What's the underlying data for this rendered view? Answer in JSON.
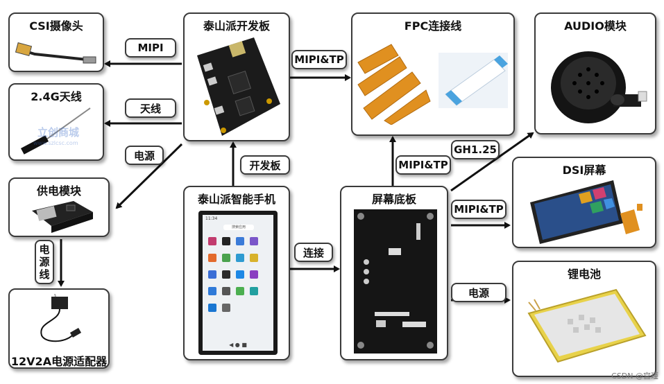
{
  "nodes": {
    "csi_camera": "CSI摄像头",
    "antenna": "2.4G天线",
    "power_module": "供电模块",
    "adapter": "12V2A电源适配器",
    "dev_board": "泰山派开发板",
    "smartphone": "泰山派智能手机",
    "fpc_cable": "FPC连接线",
    "screen_board": "屏幕底板",
    "audio_module": "AUDIO模块",
    "dsi_screen": "DSI屏幕",
    "battery": "锂电池"
  },
  "edge_labels": {
    "mipi": "MIPI",
    "antenna": "天线",
    "power_left": "电源",
    "power_cable": [
      "电",
      "源",
      "线"
    ],
    "dev_board": "开发板",
    "mipi_tp_top": "MIPI&TP",
    "connect": "连接",
    "mipi_tp_fpc": "MIPI&TP",
    "gh125": "GH1.25",
    "mipi_tp_dsi": "MIPI&TP",
    "power_right": "电源"
  },
  "image_text": {
    "lcsc_logo": "立创商城",
    "lcsc_url": "www.szlcsc.com",
    "phone_time": "11:34",
    "phone_search": "搜索应用"
  },
  "colors": {
    "box_border": "#3a3a3a",
    "arrow": "#111111",
    "board_black": "#1b1b1b",
    "fpc_orange": "#e09020",
    "screen_blue": "#2a4f8a"
  },
  "watermark": "CSDN @宫瑾"
}
